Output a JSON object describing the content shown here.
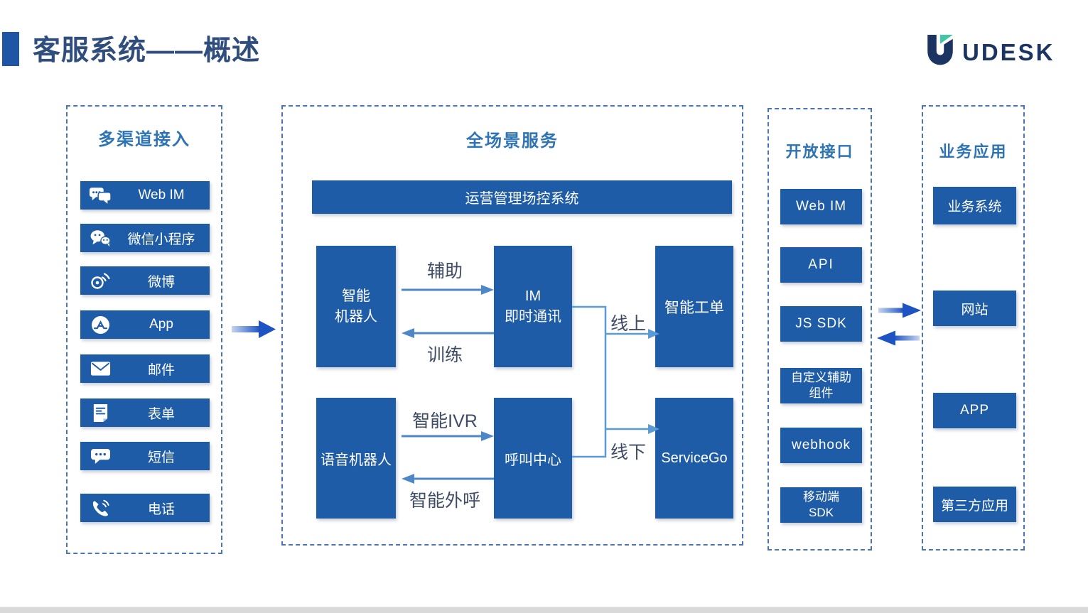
{
  "slide": {
    "title": "客服系统——概述",
    "brand": "UDESK"
  },
  "channels": {
    "header": "多渠道接入",
    "items": [
      {
        "label": "Web IM",
        "icon": "chat-bubbles-icon"
      },
      {
        "label": "微信小程序",
        "icon": "wechat-icon"
      },
      {
        "label": "微博",
        "icon": "weibo-icon"
      },
      {
        "label": "App",
        "icon": "appstore-icon"
      },
      {
        "label": "邮件",
        "icon": "mail-icon"
      },
      {
        "label": "表单",
        "icon": "form-icon"
      },
      {
        "label": "短信",
        "icon": "sms-icon"
      },
      {
        "label": "电话",
        "icon": "phone-icon"
      }
    ]
  },
  "service": {
    "header": "全场景服务",
    "control_bar": "运营管理场控系统",
    "boxes": {
      "robot": "智能\n机器人",
      "im": "IM\n即时通讯",
      "ticket": "智能工单",
      "voice_robot": "语音机器人",
      "call_center": "呼叫中心",
      "servicego": "ServiceGo"
    },
    "flow_labels": {
      "assist": "辅助",
      "train": "训练",
      "smart_ivr": "智能IVR",
      "smart_outbound": "智能外呼",
      "online": "线上",
      "offline": "线下"
    }
  },
  "open_api": {
    "header": "开放接口",
    "items": [
      "Web IM",
      "API",
      "JS SDK",
      "自定义辅助\n组件",
      "webhook",
      "移动端\nSDK"
    ]
  },
  "business": {
    "header": "业务应用",
    "items": [
      "业务系统",
      "网站",
      "APP",
      "第三方应用"
    ]
  },
  "colors": {
    "box_blue": "#1F5CA8",
    "header_blue": "#2E74B5",
    "title_navy": "#2F4E7E",
    "dashed_border": "#4A74B8",
    "connector_blue": "#5B9BD5",
    "flow_label_dark": "#3E4C66",
    "gradient_arrow_light": "#C5D5EF",
    "gradient_arrow_dark": "#1D53C2",
    "logo_navy": "#1B3462",
    "logo_teal": "#3FC8A4"
  }
}
